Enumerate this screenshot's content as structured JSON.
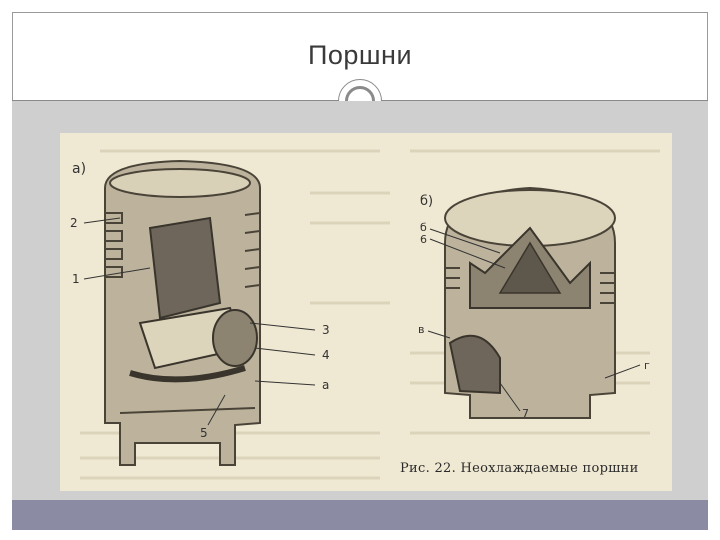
{
  "slide": {
    "title": "Поршни"
  },
  "figure": {
    "label_a": "а)",
    "label_b": "б)",
    "callouts_left": [
      "2",
      "1",
      "3",
      "4",
      "а",
      "5"
    ],
    "callouts_right": [
      "б",
      "6",
      "в",
      "г",
      "7"
    ],
    "caption": "Рис. 22. Неохлаждаемые поршни"
  },
  "colors": {
    "panel": "#cfcfcf",
    "footer": "#8b8ba3",
    "paper": "#efe8d2"
  }
}
